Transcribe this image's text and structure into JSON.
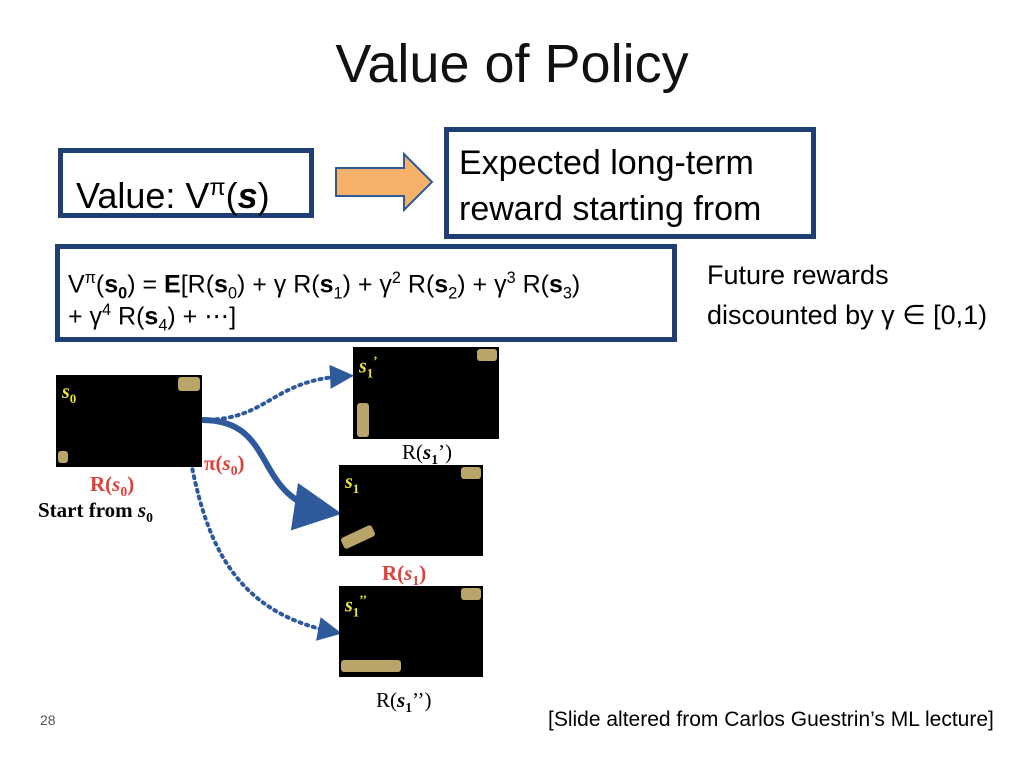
{
  "slide": {
    "title": "Value of Policy",
    "value_box": {
      "prefix": "Value: V",
      "sup": "π",
      "open": "(",
      "var": "s",
      "close": ")"
    },
    "expected_box": {
      "line1": "Expected long-term",
      "line2": "reward starting from"
    },
    "formula": {
      "line1": {
        "lhs": "V",
        "pi": "π",
        "s0": "s",
        "sub0": "0",
        "eq": ") = ",
        "E": "E",
        "t1": "[R(",
        "t2": ") + γ R(",
        "t3": ") + γ",
        "sq2": "2",
        "t4": " R(",
        "t5": ") + γ",
        "sq3": "3",
        "t6": " R(",
        "t7": ")",
        "sub1": "1",
        "sub2": "2",
        "sub3": "3"
      },
      "line2": {
        "t1": "+ γ",
        "sq4": "4",
        "t2": " R(",
        "sub4": "4",
        "t3": ") + ⋯]"
      }
    },
    "future": {
      "line1": "Future rewards",
      "line2": "discounted by γ ∈ [0,1)"
    },
    "states": {
      "s0": {
        "label": "s",
        "sub": "0"
      },
      "s1p": {
        "label": "s",
        "sub": "1",
        "sup": "’"
      },
      "s1": {
        "label": "s",
        "sub": "1"
      },
      "s1pp": {
        "label": "s",
        "sub": "1",
        "sup": "’’"
      }
    },
    "labels": {
      "r_s0": {
        "pre": "R(",
        "var": "s",
        "sub": "0",
        "post": ")"
      },
      "start": {
        "text": "Start from ",
        "var": "s",
        "sub": "0"
      },
      "pi_s0": {
        "pre": "π(",
        "var": "s",
        "sub": "0",
        "post": ")"
      },
      "r_s1p": {
        "pre": "R(",
        "var": "s",
        "sub": "1",
        "post": "’)"
      },
      "r_s1": {
        "pre": "R(",
        "var": "s",
        "sub": "1",
        "post": ")"
      },
      "r_s1pp": {
        "pre": "R(",
        "var": "s",
        "sub": "1",
        "post": "’’)"
      }
    },
    "page_number": "28",
    "credit": "[Slide altered from Carlos Guestrin’s ML lecture]",
    "colors": {
      "box_border": "#1f3f74",
      "arrow_fill": "#f6b26b",
      "arrow_stroke": "#2e5a9c",
      "red": "#e0403a",
      "label_yellow": "#e8e23a"
    }
  }
}
